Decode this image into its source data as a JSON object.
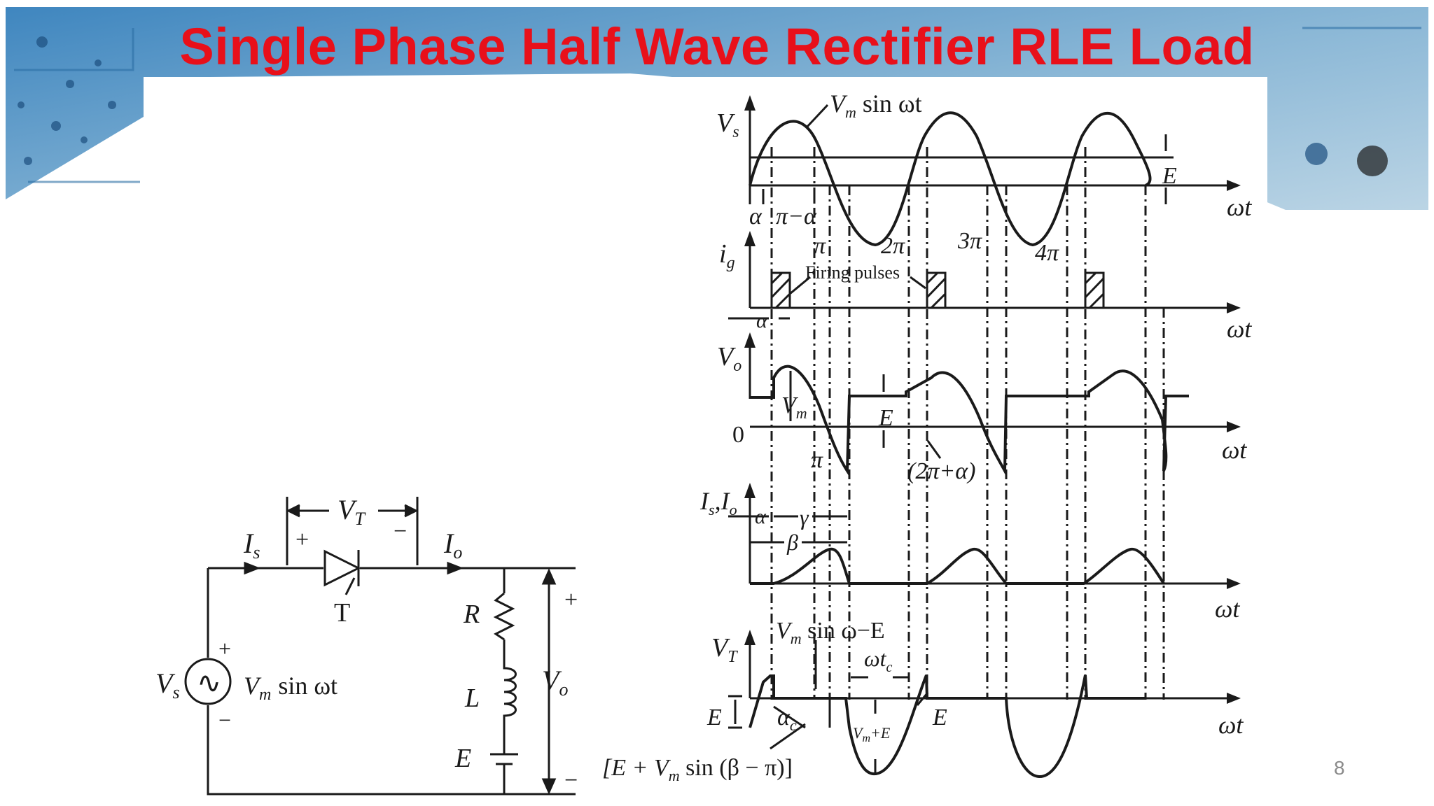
{
  "slide": {
    "title": "Single Phase Half Wave Rectifier RLE Load",
    "page_number": "8"
  },
  "circuit": {
    "vt_label": "V",
    "vt_sub": "T",
    "plus": "+",
    "minus": "−",
    "is_label": "I",
    "is_sub": "s",
    "io_label": "I",
    "io_sub": "o",
    "thyristor_label": "T",
    "r_label": "R",
    "l_label": "L",
    "e_label": "E",
    "vo_label": "V",
    "vo_sub": "o",
    "vs_label": "V",
    "vs_sub": "s",
    "source_glyph": "∿",
    "source_expr_vm": "V",
    "source_expr_sub": "m",
    "source_expr_rest": "sin ωt"
  },
  "waveforms": {
    "vs_label": "V",
    "vs_sub": "s",
    "vs_expr": "V",
    "vs_expr_sub": "m",
    "vs_expr_rest": " sin ωt",
    "omega_t": "ωt",
    "e_label": "E",
    "alpha_label": "α",
    "pi_minus_alpha": "π−α",
    "pi": "π",
    "two_pi": "2π",
    "three_pi": "3π",
    "four_pi": "4π",
    "ig_label": "i",
    "ig_sub": "g",
    "firing_pulses": "Firing pulses",
    "vo_label": "V",
    "vo_sub": "o",
    "vm_label": "V",
    "vm_sub": "m",
    "zero": "0",
    "two_pi_alpha": "(2π+α)",
    "is_io_label": "I",
    "is_io_sub": "s",
    "is_io_sep": ",I",
    "is_io_sub2": "o",
    "gamma": "γ",
    "beta": "β",
    "vt_label": "V",
    "vt_sub": "T",
    "vt_expr": "V",
    "vt_expr_sub": "m",
    "vt_expr_rest": " sin ω−E",
    "omega_tc": "ωt",
    "omega_tc_sub": "c",
    "alpha_c": "α",
    "alpha_c_sub": "c",
    "vm_plus_e": "V",
    "vm_plus_e_sub": "m",
    "vm_plus_e_rest": "+E",
    "bottom_expr": "[E + V",
    "bottom_expr_sub": "m",
    "bottom_expr_rest": " sin (β − π)]"
  },
  "colors": {
    "title": "#e8101a",
    "ink": "#1a1a1a",
    "banner": "#5b9bc8"
  }
}
